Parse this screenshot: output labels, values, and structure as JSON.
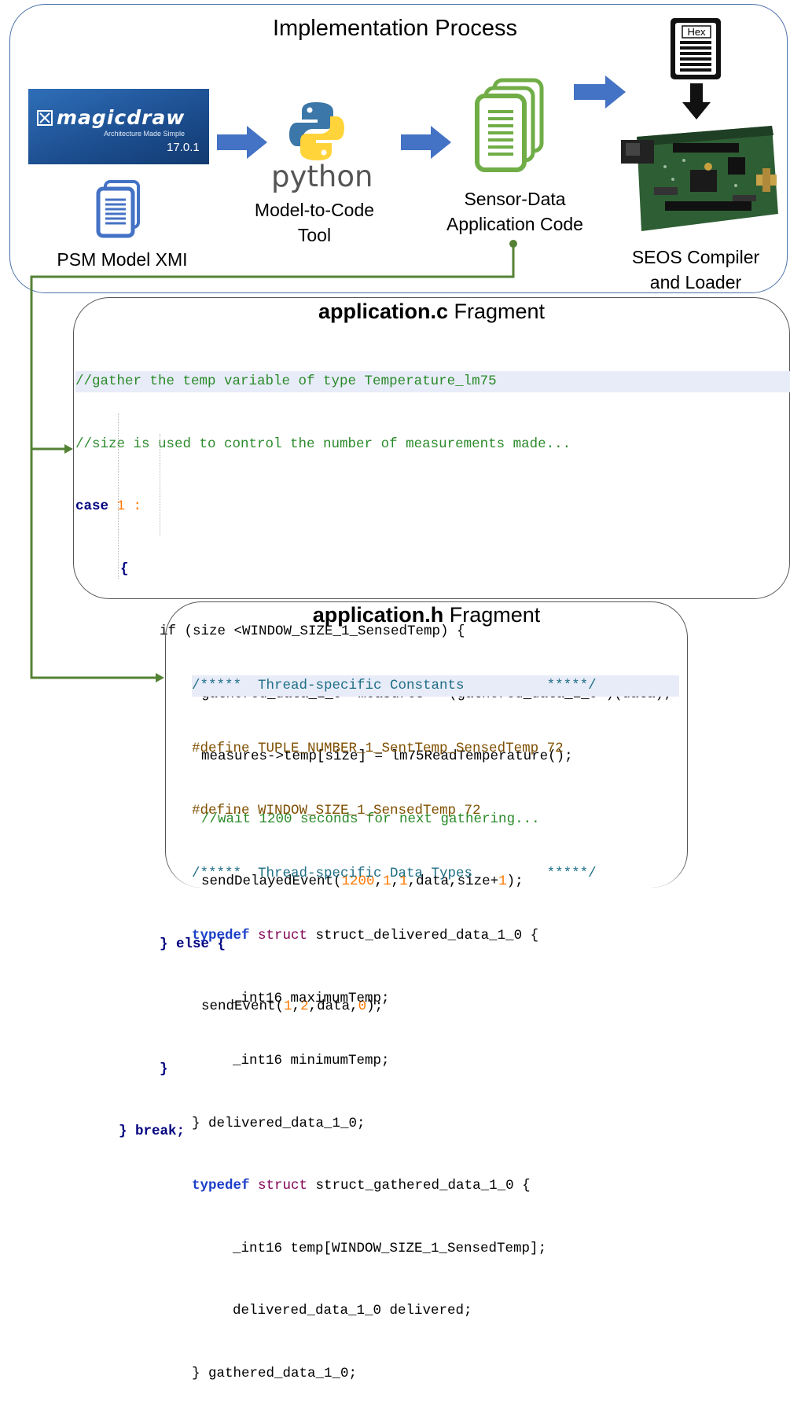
{
  "process": {
    "title": "Implementation Process",
    "magicdraw_logo": "magicdraw",
    "magicdraw_tagline": "Architecture Made Simple",
    "magicdraw_version": "17.0.1",
    "psm_label": "PSM Model XMI",
    "python_word": "python",
    "tool_label_1": "Model-to-Code",
    "tool_label_2": "Tool",
    "sensor_label_1": "Sensor-Data",
    "sensor_label_2": "Application Code",
    "hex_label": "Hex",
    "seos_label_1": "SEOS Compiler",
    "seos_label_2": "and Loader",
    "colors": {
      "panel_border": "#4a6fa8",
      "arrow_blue": "#4472c4",
      "connector_green": "#548235",
      "doc_green": "#70ad47"
    }
  },
  "c_fragment": {
    "title_bold": "application.c",
    "title_rest": " Fragment",
    "lines": [
      "//gather the temp variable of type Temperature_lm75",
      "//size is used to control the number of measurements made...",
      "case",
      " 1 :",
      "{",
      "if (size <WINDOW_SIZE_1_SensedTemp) {",
      "gathered_data_1_0* measures = (gathered_data_1_0*)(data);",
      "measures->temp[size] = lm75ReadTemperature();",
      "//wait 1200 seconds for next gathering...",
      "sendDelayedEvent(",
      "1200",
      ",",
      "1",
      ",",
      "1",
      ",data,size+",
      "1",
      ");",
      "} else {",
      "sendEvent(",
      "1",
      ",",
      "2",
      ",data,",
      "0",
      ");",
      "}",
      "} break;"
    ]
  },
  "h_fragment": {
    "title_bold": "application.h",
    "title_rest": " Fragment",
    "lines": [
      "/*****  Thread-specific Constants          *****/",
      "#define TUPLE_NUMBER_1_SentTemp_SensedTemp 72",
      "#define WINDOW_SIZE_1_SensedTemp 72",
      "/*****  Thread-specific Data Types         *****/",
      "typedef",
      " struct",
      " struct_delivered_data_1_0 {",
      "_int16 maximumTemp;",
      "_int16 minimumTemp;",
      "} delivered_data_1_0;",
      "typedef",
      " struct",
      " struct_gathered_data_1_0 {",
      "_int16 temp[WINDOW_SIZE_1_SensedTemp];",
      "delivered_data_1_0 delivered;",
      "} gathered_data_1_0;"
    ]
  }
}
